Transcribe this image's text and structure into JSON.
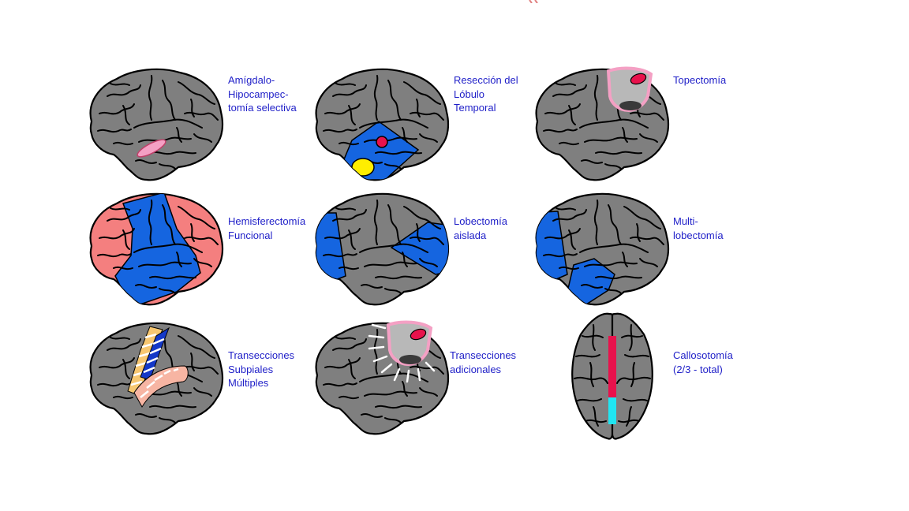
{
  "colors": {
    "brain": "#7f7f7f",
    "resection": "#1565e0",
    "hemisphere": "#f47f7f",
    "lesion": "#e8124c",
    "pink_outline": "#f4a0c4",
    "yellow": "#ffee00",
    "callosum_front": "#e8124c",
    "callosum_back": "#20e6f2",
    "label_text": "#1f1fc8"
  },
  "panels": [
    {
      "label": "Amígdalo-\nHipocampec-\ntomía selectiva"
    },
    {
      "label": "Resección del\nLóbulo\nTemporal"
    },
    {
      "label": "Topectomía"
    },
    {
      "label": "Hemisferectomía\nFuncional"
    },
    {
      "label": "Lobectomía\naislada"
    },
    {
      "label": "Multi-\nlobectomía"
    },
    {
      "label": "Transecciones\nSubpiales\nMúltiples"
    },
    {
      "label": "Transecciones\nadicionales"
    },
    {
      "label": "Callosotomía\n(2/3 - total)"
    }
  ]
}
